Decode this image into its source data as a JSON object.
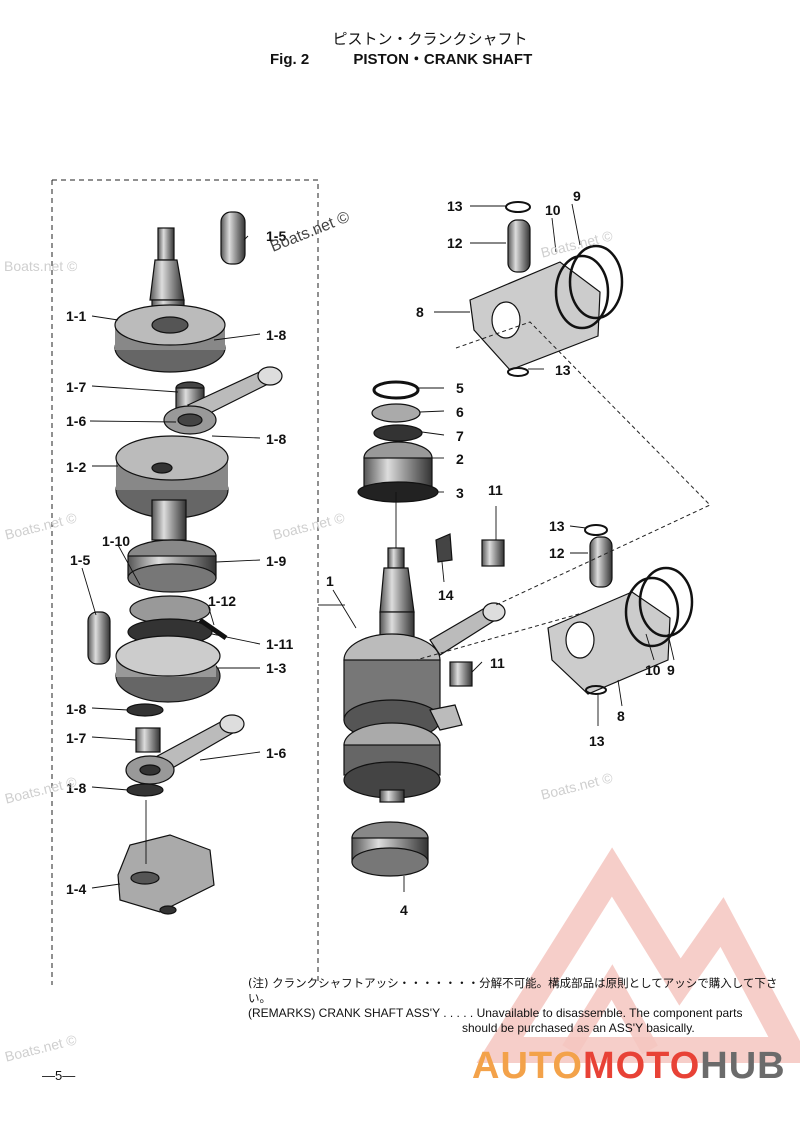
{
  "title": {
    "japanese": "ピストン・クランクシャフト",
    "fig_label": "Fig. 2",
    "english": "PISTON・CRANK SHAFT"
  },
  "labels": {
    "l_1_5a": "1-5",
    "l_1_1": "1-1",
    "l_1_8a": "1-8",
    "l_1_7a": "1-7",
    "l_1_6a": "1-6",
    "l_1_8b": "1-8",
    "l_1_2": "1-2",
    "l_1_10": "1-10",
    "l_1_5b": "1-5",
    "l_1_9": "1-9",
    "l_1_12": "1-12",
    "l_1_11": "1-11",
    "l_1_3": "1-3",
    "l_1_8c": "1-8",
    "l_1_7b": "1-7",
    "l_1_6b": "1-6",
    "l_1_8d": "1-8",
    "l_1_4": "1-4",
    "l_13a": "13",
    "l_9a": "9",
    "l_10a": "10",
    "l_12a": "12",
    "l_8a": "8",
    "l_13b": "13",
    "l_5": "5",
    "l_6": "6",
    "l_7": "7",
    "l_2": "2",
    "l_3": "3",
    "l_11a": "11",
    "l_1": "1",
    "l_14": "14",
    "l_13c": "13",
    "l_12b": "12",
    "l_11b": "11",
    "l_10b": "10",
    "l_9b": "9",
    "l_8b": "8",
    "l_13d": "13",
    "l_4": "4"
  },
  "watermarks": {
    "boats": "Boats.net ©"
  },
  "remarks": {
    "line1": "(注) クランクシャフトアッシ・・・・・・・分解不可能。構成部品は原則としてアッシで購入して下さい。",
    "line2": "(REMARKS) CRANK SHAFT ASS'Y . . . . . Unavailable to disassemble. The component parts",
    "line3": "should be purchased as an ASS'Y basically."
  },
  "page_number": "—5—",
  "brand": {
    "part1": "AUTO",
    "part2": "MOTO",
    "part3": "HUB"
  }
}
